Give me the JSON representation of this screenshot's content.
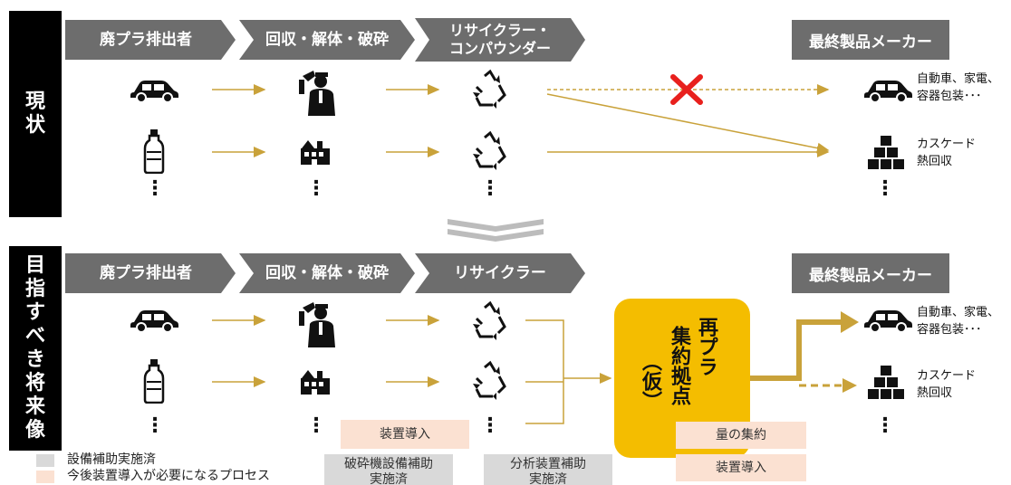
{
  "colors": {
    "header_gray": "#6d6d6d",
    "gold": "#c9a23a",
    "hub_yellow": "#f4bd00",
    "cross_red": "#e8201d",
    "note_peach": "#fbe1d2",
    "note_gray": "#d9d9d9"
  },
  "current": {
    "side_label": "現状",
    "headers": [
      "廃プラ排出者",
      "回収・解体・破砕",
      "リサイクラー・\nコンパウンダー"
    ],
    "maker_header": "最終製品メーカー",
    "rows": [
      {
        "source_icon": "car-icon",
        "process_icon": "worker-icon",
        "recycler_icon": "recycle-icon",
        "output_icon": "car-icon",
        "output_label": "自動車、家電、\n容器包装･･･"
      },
      {
        "source_icon": "bottle-icon",
        "process_icon": "factory-icon",
        "recycler_icon": "recycle-icon",
        "output_icon": "boxes-icon",
        "output_label": "カスケード\n熱回収"
      }
    ],
    "blocked_icon": "cross-mark-icon"
  },
  "future": {
    "side_label": "目指すべき将来像",
    "headers": [
      "廃プラ排出者",
      "回収・解体・破砕",
      "リサイクラー"
    ],
    "maker_header": "最終製品メーカー",
    "hub_line1": "再プラ",
    "hub_line2": "集約拠点",
    "hub_line3": "（仮）",
    "rows": [
      {
        "output_label": "自動車、家電、\n容器包装･･･"
      },
      {
        "output_label": "カスケード\n熱回収"
      }
    ],
    "notes": {
      "device_intro_1": "装置導入",
      "crusher_subsidy": "破砕機設備補助\n実施済",
      "analyzer_subsidy": "分析装置補助\n実施済",
      "aggregation": "量の集約",
      "device_intro_2": "装置導入"
    }
  },
  "legend": [
    {
      "label": "設備補助実施済",
      "color": "#d9d9d9"
    },
    {
      "label": "今後装置導入が必要になるプロセス",
      "color": "#fbe1d2"
    }
  ]
}
